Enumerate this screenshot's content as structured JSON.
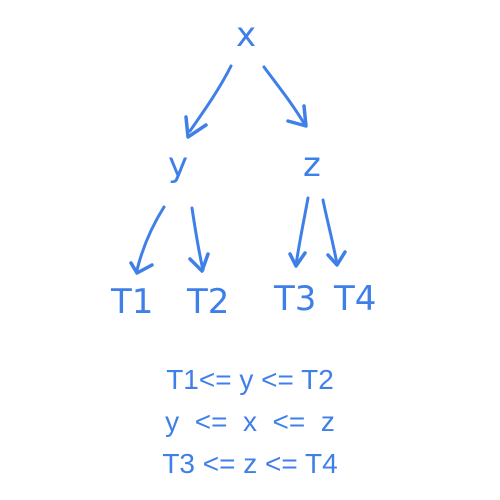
{
  "colors": {
    "ink": "#3f7fe8"
  },
  "tree": {
    "nodes": {
      "root": "x",
      "left": "y",
      "right": "z",
      "leaf1": "T1",
      "leaf2": "T2",
      "leaf3": "T3",
      "leaf4": "T4"
    }
  },
  "equations": {
    "line1": "T1<= y <= T2",
    "line2": "y  <=  x  <=  z",
    "line3": "T3 <= z <= T4"
  }
}
